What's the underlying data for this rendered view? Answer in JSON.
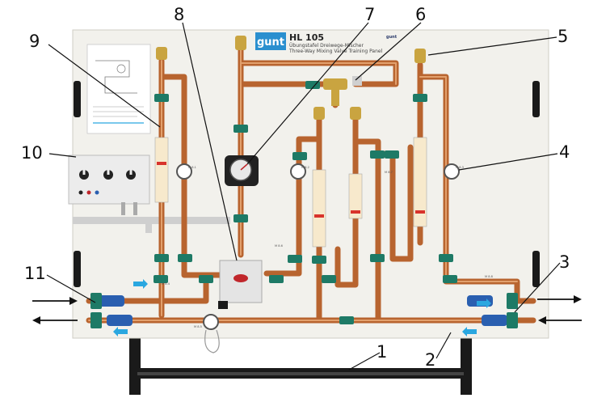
{
  "panel": {
    "logo": "gunt",
    "model": "HL 105",
    "subtitle_line1": "Übungstafel Dreiwege-Mischer",
    "subtitle_line2": "Three-Way Mixing Valve Training Panel",
    "corner_logo": "gunt",
    "small_labels": [
      "M 8.1",
      "M 8.2",
      "M 8.3",
      "M 8.4",
      "M 8.5",
      "M 8.6",
      "M 8.7",
      "M 8.8"
    ]
  },
  "callouts": [
    {
      "label": "1"
    },
    {
      "label": "2"
    },
    {
      "label": "3"
    },
    {
      "label": "4"
    },
    {
      "label": "5"
    },
    {
      "label": "6"
    },
    {
      "label": "7"
    },
    {
      "label": "8"
    },
    {
      "label": "9"
    },
    {
      "label": "10"
    },
    {
      "label": "11"
    }
  ],
  "colors": {
    "panel": "#f2f1ec",
    "copper": "#b8642f",
    "brass": "#c9a440",
    "clip": "#1e7a66",
    "valve_blue": "#2a5fb0",
    "flow_arrow": "#2aa7e0",
    "stand": "#1a1a1a"
  }
}
